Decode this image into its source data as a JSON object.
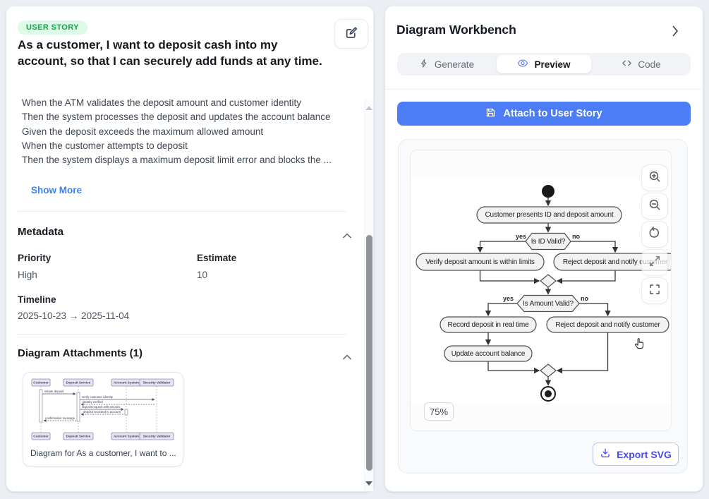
{
  "colors": {
    "page_background": "#ebeef3",
    "accent_blue": "#4c7df6",
    "badge_green_bg": "#dcfce7",
    "badge_green_text": "#16a34a",
    "link_blue": "#3b82f6",
    "export_blue": "#4b49e8"
  },
  "story": {
    "badge": "USER STORY",
    "title": "As a customer, I want to deposit cash into my account, so that I can securely add funds at any time.",
    "desc": [
      "When the ATM validates the deposit amount and customer identity",
      "Then the system processes the deposit and updates the account balance",
      "",
      "Given the deposit exceeds the maximum allowed amount",
      "When the customer attempts to deposit",
      "Then the system displays a maximum deposit limit error and blocks the ..."
    ],
    "show_more": "Show More",
    "meta": {
      "heading": "Metadata",
      "priority_label": "Priority",
      "priority_value": "High",
      "estimate_label": "Estimate",
      "estimate_value": "10",
      "timeline_label": "Timeline",
      "timeline_value": "2025-10-23 → 2025-11-04"
    },
    "attachments": {
      "heading": "Diagram Attachments (1)",
      "caption": "Diagram for As a customer, I want to ...",
      "participants": [
        "Customer",
        "Deposit Service",
        "Account System",
        "Security Validator"
      ],
      "messages": [
        "initiate deposit",
        "verify customer identity",
        "identity verified",
        "deposit request with amount",
        "deposit recorded in account",
        "confirmation message"
      ]
    }
  },
  "wb": {
    "title": "Diagram Workbench",
    "tabs": [
      {
        "label": "Generate",
        "icon": "lightning-icon"
      },
      {
        "label": "Preview",
        "icon": "eye-icon"
      },
      {
        "label": "Code",
        "icon": "code-icon"
      }
    ],
    "attach_label": "Attach to User Story",
    "zoom_level": "75%",
    "export_label": "Export SVG",
    "fc": {
      "n1": "Customer presents ID and deposit amount",
      "d1": "Is ID Valid?",
      "n2": "Verify deposit amount is within limits",
      "n3": "Reject deposit and notify customer",
      "d2": "Is Amount Valid?",
      "n4": "Record deposit in real time",
      "n5": "Reject deposit and notify customer",
      "n6": "Update account balance",
      "yes": "yes",
      "no": "no"
    }
  }
}
